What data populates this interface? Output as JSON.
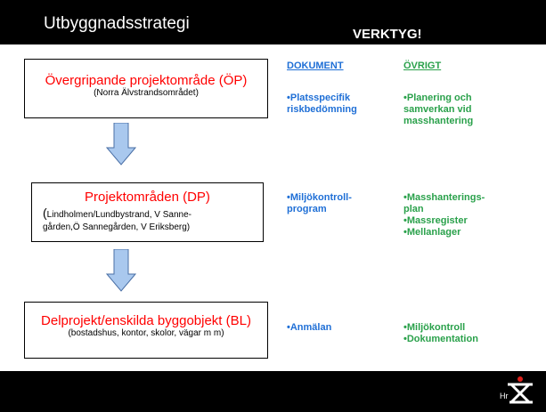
{
  "header": {
    "title": "Utbyggnadsstrategi",
    "tools_label": "VERKTYG!"
  },
  "boxes": [
    {
      "main": "Övergripande projektområde (ÖP)",
      "sub": "(Norra Älvstrandsområdet)"
    },
    {
      "main": "Projektområden (DP)",
      "sub_paren": "(",
      "sub_lines": [
        "Lindholmen/Lundbystrand, V Sanne-",
        "gården,Ö Sannegården, V Eriksberg)"
      ]
    },
    {
      "main": "Delprojekt/enskilda byggobjekt (BL)",
      "sub": "(bostadshus, kontor, skolor, vägar m m)"
    }
  ],
  "columns": {
    "dokument_header": "DOKUMENT",
    "ovrigt_header": "ÖVRIGT"
  },
  "dokument": [
    [
      "•Platsspecifik",
      "riskbedömning"
    ],
    [
      "•Miljökontroll-",
      "program"
    ],
    [
      "•Anmälan"
    ]
  ],
  "ovrigt": [
    [
      "•Planering och",
      "samverkan vid",
      "masshantering"
    ],
    [
      "•Masshanterings-",
      "plan",
      "•Massregister",
      "•Mellanlager"
    ],
    [
      "•Miljökontroll",
      "•Dokumentation"
    ]
  ],
  "footer": {
    "logo_text": "Hr"
  },
  "colors": {
    "box_title": "#ff0000",
    "dokument": "#1f6fd6",
    "ovrigt": "#2aa14b",
    "arrow_fill": "#a9c8ee",
    "arrow_stroke": "#4a6fa5"
  }
}
